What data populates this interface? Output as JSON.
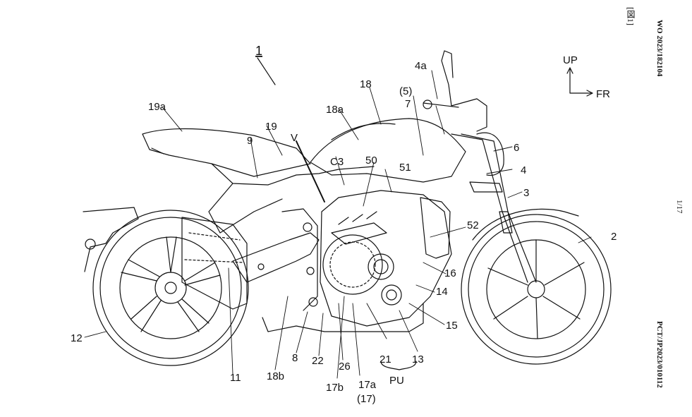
{
  "header": {
    "publication_number": "WO 2023/182104",
    "figure_tag": "[図1]",
    "page_indicator": "1/17",
    "application_number": "PCT/JP2023/010112"
  },
  "orientation": {
    "up_label": "UP",
    "front_label": "FR"
  },
  "labels": {
    "vehicle": "1",
    "rear_wheel_top": "19a",
    "seat": "19",
    "frame_rear": "9",
    "view_line": "V",
    "box": "C3",
    "tank": "18",
    "tank_a": "18a",
    "part50": "50",
    "part51": "51",
    "mirror": "4a",
    "p5": "(5)",
    "p7": "7",
    "p6": "6",
    "p4": "4",
    "fork": "3",
    "front_wheel": "2",
    "p52": "52",
    "p16": "16",
    "p14": "14",
    "p15": "15",
    "rear_wheel": "12",
    "p11": "11",
    "p18b": "18b",
    "p8": "8",
    "p22": "22",
    "p26": "26",
    "p17b": "17b",
    "p17a": "17a",
    "p17": "(17)",
    "p21": "21",
    "p13": "13",
    "pu": "PU"
  }
}
